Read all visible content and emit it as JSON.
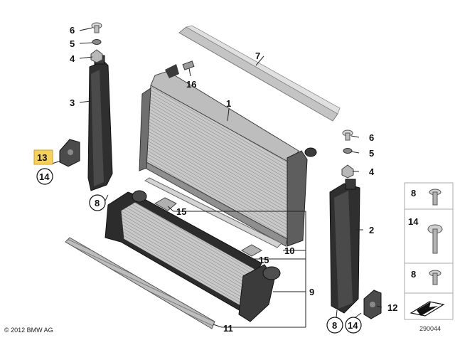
{
  "callouts": {
    "c1": "1",
    "c2": "2",
    "c3": "3",
    "c4a": "4",
    "c4b": "4",
    "c5a": "5",
    "c5b": "5",
    "c6a": "6",
    "c6b": "6",
    "c7": "7",
    "c8a": "8",
    "c8b": "8",
    "c9": "9",
    "c10": "10",
    "c11": "11",
    "c12": "12",
    "c13": "13",
    "c14a": "14",
    "c14b": "14",
    "c15a": "15",
    "c15b": "15",
    "c16": "16"
  },
  "legend": {
    "l8a": "8",
    "l14": "14",
    "l8b": "8"
  },
  "footer": {
    "copyright": "© 2012 BMW AG",
    "doc_number": "290044"
  },
  "colors": {
    "highlight": "#f6d25a",
    "parts_dark": "#2b2b2b",
    "parts_grey": "#9a9a9a",
    "outline": "#222222"
  }
}
